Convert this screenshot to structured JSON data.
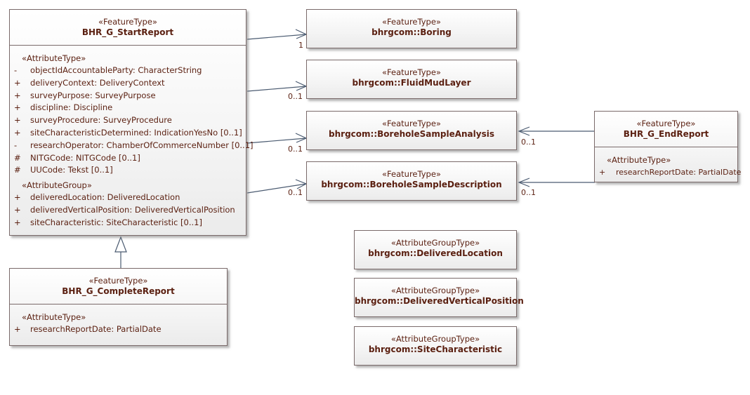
{
  "start_report": {
    "stereotype": "«FeatureType»",
    "name": "BHR_G_StartReport",
    "attr_stereotype": "«AttributeType»",
    "attributes": [
      {
        "vis": "-",
        "text": "objectIdAccountableParty: CharacterString"
      },
      {
        "vis": "+",
        "text": "deliveryContext: DeliveryContext"
      },
      {
        "vis": "+",
        "text": "surveyPurpose: SurveyPurpose"
      },
      {
        "vis": "+",
        "text": "discipline: Discipline"
      },
      {
        "vis": "+",
        "text": "surveyProcedure: SurveyProcedure"
      },
      {
        "vis": "+",
        "text": "siteCharacteristicDetermined: IndicationYesNo [0..1]"
      },
      {
        "vis": "-",
        "text": "researchOperator: ChamberOfCommerceNumber [0..1]"
      },
      {
        "vis": "#",
        "text": "NITGCode: NITGCode [0..1]"
      },
      {
        "vis": "#",
        "text": "UUCode: Tekst [0..1]"
      }
    ],
    "group_stereotype": "«AttributeGroup»",
    "groups": [
      {
        "vis": "+",
        "text": "deliveredLocation: DeliveredLocation"
      },
      {
        "vis": "+",
        "text": "deliveredVerticalPosition: DeliveredVerticalPosition"
      },
      {
        "vis": "+",
        "text": "siteCharacteristic: SiteCharacteristic [0..1]"
      }
    ]
  },
  "complete_report": {
    "stereotype": "«FeatureType»",
    "name": "BHR_G_CompleteReport",
    "attr_stereotype": "«AttributeType»",
    "attributes": [
      {
        "vis": "+",
        "text": "researchReportDate: PartialDate"
      }
    ]
  },
  "end_report": {
    "stereotype": "«FeatureType»",
    "name": "BHR_G_EndReport",
    "attr_stereotype": "«AttributeType»",
    "attributes": [
      {
        "vis": "+",
        "text": "researchReportDate: PartialDate"
      }
    ]
  },
  "boring": {
    "stereotype": "«FeatureType»",
    "name": "bhrgcom::Boring"
  },
  "fluid_mud_layer": {
    "stereotype": "«FeatureType»",
    "name": "bhrgcom::FluidMudLayer"
  },
  "sample_analysis": {
    "stereotype": "«FeatureType»",
    "name": "bhrgcom::BoreholeSampleAnalysis"
  },
  "sample_description": {
    "stereotype": "«FeatureType»",
    "name": "bhrgcom::BoreholeSampleDescription"
  },
  "delivered_location": {
    "stereotype": "«AttributeGroupType»",
    "name": "bhrgcom::DeliveredLocation"
  },
  "delivered_vertical_position": {
    "stereotype": "«AttributeGroupType»",
    "name": "bhrgcom::DeliveredVerticalPosition"
  },
  "site_characteristic": {
    "stereotype": "«AttributeGroupType»",
    "name": "bhrgcom::SiteCharacteristic"
  },
  "multiplicities": {
    "boring": "1",
    "fluid_mud_layer": "0..1",
    "sample_analysis": "0..1",
    "sample_description": "0..1",
    "end_to_analysis": "0..1",
    "end_to_description": "0..1"
  },
  "colors": {
    "text": "#5a1f10",
    "border": "#7a6a6a",
    "line": "#4a5a70"
  }
}
